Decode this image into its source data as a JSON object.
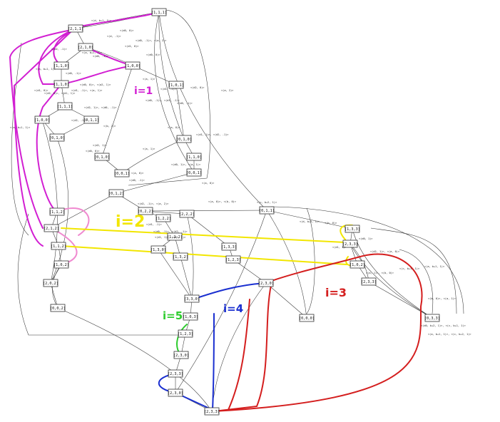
{
  "colors": {
    "magenta": "#d21fd2",
    "pink": "#f08ad0",
    "yellow": "#f2e600",
    "red": "#d41e1e",
    "blue": "#1a2fd0",
    "green": "#2ecc2e"
  },
  "nodes": [
    {
      "id": "n111",
      "label": "[1,1,1]"
    },
    {
      "id": "n211a",
      "label": "[2,1,1]"
    },
    {
      "id": "n210",
      "label": "[2,1,0]"
    },
    {
      "id": "n110a",
      "label": "[1,1,0]"
    },
    {
      "id": "n100a",
      "label": "[1,0,0]"
    },
    {
      "id": "n110b",
      "label": "[1,1,0]"
    },
    {
      "id": "n101",
      "label": "[1,0,1]"
    },
    {
      "id": "n111b",
      "label": "[1,1,1]"
    },
    {
      "id": "n100b",
      "label": "[1,0,0]"
    },
    {
      "id": "n011",
      "label": "[0,1,1]"
    },
    {
      "id": "n010a",
      "label": "[0,1,0]"
    },
    {
      "id": "n010b",
      "label": "[0,1,0]"
    },
    {
      "id": "n010c",
      "label": "[0,1,0]"
    },
    {
      "id": "n001a",
      "label": "[0,0,1]"
    },
    {
      "id": "n110c",
      "label": "[1,1,0]"
    },
    {
      "id": "n001b",
      "label": "[0,0,1]"
    },
    {
      "id": "n012",
      "label": "[0,1,2]"
    },
    {
      "id": "n022",
      "label": "[0,2,2]"
    },
    {
      "id": "n112",
      "label": "[1,1,2]"
    },
    {
      "id": "n212",
      "label": "[2,1,2]"
    },
    {
      "id": "n222",
      "label": "[2,2,2]"
    },
    {
      "id": "n122",
      "label": "[1,2,2]"
    },
    {
      "id": "n011b",
      "label": "[0,1,1]"
    },
    {
      "id": "n112b",
      "label": "[1,1,2]"
    },
    {
      "id": "n102",
      "label": "[1,0,2]"
    },
    {
      "id": "n122b",
      "label": "[1,2,2]"
    },
    {
      "id": "n133",
      "label": "[1,3,3]"
    },
    {
      "id": "n233",
      "label": "[2,3,3]"
    },
    {
      "id": "n132",
      "label": "[1,3,2]"
    },
    {
      "id": "n202",
      "label": "[2,0,2]"
    },
    {
      "id": "n133b",
      "label": "[1,3,3]"
    },
    {
      "id": "n130",
      "label": "[1,3,0]"
    },
    {
      "id": "n123",
      "label": "[1,2,3]"
    },
    {
      "id": "n102b",
      "label": "[1,0,2]"
    },
    {
      "id": "n002",
      "label": "[0,0,2]"
    },
    {
      "id": "n230",
      "label": "[2,3,0]"
    },
    {
      "id": "n233b",
      "label": "[2,3,3]"
    },
    {
      "id": "n330",
      "label": "[3,3,0]"
    },
    {
      "id": "n033",
      "label": "[0,3,3]"
    },
    {
      "id": "n000",
      "label": "[0,0,0]"
    },
    {
      "id": "n103",
      "label": "[1,0,3]"
    },
    {
      "id": "n123b",
      "label": "[1,2,3]"
    },
    {
      "id": "n230b",
      "label": "[2,3,0]"
    },
    {
      "id": "n233c",
      "label": "[2,3,3]"
    }
  ],
  "edge_labels": [
    "<(d, b+1, 1)>",
    "<(d0, 0)>",
    "<(d, -1)>",
    "<(d0, -1)>",
    "<(a, b+1, 1)>",
    "<(d0, -1)>, <(a, 2)>",
    "<(d0, 0)>",
    "<(d1, 0)>",
    "<(d2, -1)>",
    "<(d0, -1)>",
    "<(d1, 0)>",
    "<(d2, 0)>, <(d1, 1)>",
    "<(d1, -1)>, <(a, 1)>",
    "<(d0, 0)>, <(a2, 1)>",
    "<(d2, 1)>, <(d0, -1)>",
    "<(a, b+1, 1)>",
    "<(a, b+1, 1)>",
    "<(a, 1)>",
    "<(d0, -1)>, <(d1, -1)>",
    "<(d2, -1)>",
    "<(b, 2)>",
    "<(d2, 1)>",
    "<(d0, 0)>",
    "<(a, 0)>",
    "<(d1, -1)>",
    "<(a, 0)>",
    "<(a, 1)>",
    "<(d0, -1)>",
    "<(d2, 0)>",
    "<(d1, 1)>, <(d2, -1)>",
    "<(d0, 1)>, <(a, 1)>",
    "<(a, 2)>",
    "<(a, 0)>",
    "<(d0, -1)>",
    "<(d2, -1)>, <(a, 2)>",
    "<(d1, -1)>",
    "<(d1, 1)>, <(d2, 1)>",
    "<(d0, -1)>, <(d2, -1)>",
    "<(a, 0)>, <(b, 0)>",
    "<(c, b+2, 1)>",
    "<(d, b+1, 1)>",
    "<(b, 0)>",
    "<(d1, 1)>",
    "<(d0, 1)>",
    "<(d2, 1)>, <(a, 0)>",
    "<(a, 1)>, <(b, 0)>",
    "<(c, b+1, 1)>",
    "<(a, b+1, 1)>",
    "<(b, 0)>, <(a, 1)>",
    "<(d0, b+2, 1)>, <(c, b+1, 1)>",
    "<(a, b+1, 1)>, <(c, b+2, 1)>"
  ],
  "annotations": [
    {
      "text": "i=1",
      "color": "magenta"
    },
    {
      "text": "i=2",
      "color": "yellow"
    },
    {
      "text": "i=3",
      "color": "red"
    },
    {
      "text": "i=4",
      "color": "blue"
    },
    {
      "text": "i=5",
      "color": "green"
    }
  ]
}
